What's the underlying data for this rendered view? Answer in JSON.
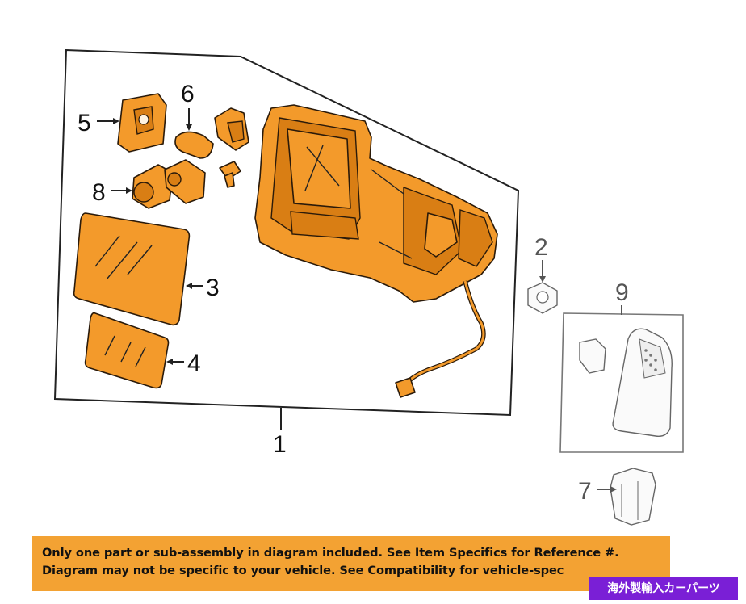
{
  "callouts": {
    "c1": "1",
    "c2": "2",
    "c3": "3",
    "c4": "4",
    "c5": "5",
    "c6": "6",
    "c7": "7",
    "c8": "8",
    "c9": "9"
  },
  "notice": {
    "line1": "Only one part or sub-assembly in diagram included. See Item Specifics for Reference #.",
    "line2": "Diagram may not be specific to your vehicle. See Compatibility for vehicle-spec"
  },
  "badge": "海外製輸入カーパーツ",
  "colors": {
    "highlight": "#f39a2b",
    "banner": "#f3a233",
    "badge": "#7a1fd6"
  }
}
